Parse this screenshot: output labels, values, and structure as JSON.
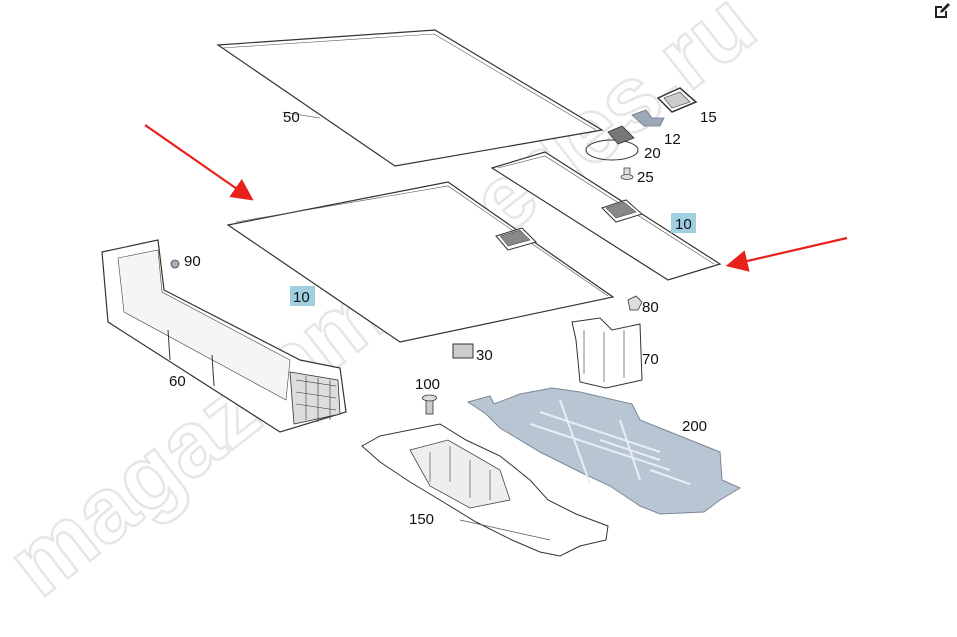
{
  "watermark": "magazinmercedes.ru",
  "edit_icon": "edit-icon",
  "colors": {
    "arrow": "#e8221b",
    "highlight": "#9fcfe0",
    "part_blue": "#b8c6d4"
  },
  "labels": {
    "p50": "50",
    "p15": "15",
    "p12": "12",
    "p20": "20",
    "p25": "25",
    "p10a": "10",
    "p10b": "10",
    "p90": "90",
    "p80": "80",
    "p70": "70",
    "p30": "30",
    "p100": "100",
    "p60": "60",
    "p200": "200",
    "p150": "150"
  }
}
